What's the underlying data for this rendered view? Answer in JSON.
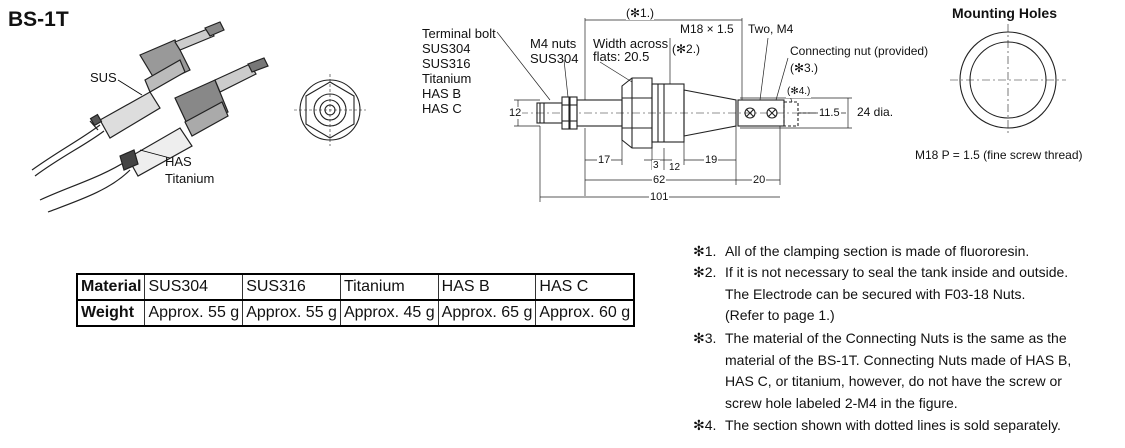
{
  "title": "BS-1T",
  "photo_labels": {
    "sus": "SUS",
    "has": "HAS",
    "titanium": "Titanium"
  },
  "materials_list": [
    "Terminal bolt",
    "SUS304",
    "SUS316",
    "Titanium",
    "HAS B",
    "HAS C"
  ],
  "callouts": {
    "m4_nuts": "M4 nuts",
    "m4_nuts_material": "SUS304",
    "width_across": "Width across",
    "flats": "flats: 20.5",
    "ref2": "(✻2.)",
    "ref1": "(✻1.)",
    "thread": "M18 × 1.5",
    "two_m4": "Two, M4",
    "connecting_nut": "Connecting nut (provided)",
    "ref3": "(✻3.)",
    "ref4": "(✻4.)"
  },
  "dimensions": {
    "d12": "12",
    "d11_5": "11.5",
    "dia": "24 dia.",
    "d17": "17",
    "d3": "3",
    "d12b": "12",
    "d19": "19",
    "d62": "62",
    "d20": "20",
    "d101": "101"
  },
  "mounting": {
    "title": "Mounting Holes",
    "thread_note": "M18 P = 1.5 (fine screw thread)"
  },
  "weight_table": {
    "row_headers": [
      "Material",
      "Weight"
    ],
    "materials": [
      "SUS304",
      "SUS316",
      "Titanium",
      "HAS B",
      "HAS C"
    ],
    "weights": [
      "Approx. 55 g",
      "Approx. 55 g",
      "Approx. 45 g",
      "Approx. 65 g",
      "Approx. 60 g"
    ]
  },
  "notes": [
    {
      "mark": "✻1.",
      "lines": [
        "All of the clamping section is made of fluororesin."
      ]
    },
    {
      "mark": "✻2.",
      "lines": [
        "If it is not necessary to seal the tank inside and outside.",
        "The Electrode can be secured with F03-18 Nuts.",
        "(Refer to page 1.)"
      ]
    },
    {
      "mark": "✻3.",
      "lines": [
        "The material of the Connecting Nuts is the same as the",
        "material of the BS-1T. Connecting Nuts made of HAS B,",
        "HAS C, or titanium, however, do not have the screw or",
        "screw hole labeled 2-M4 in the figure."
      ]
    },
    {
      "mark": "✻4.",
      "lines": [
        "The section shown with dotted lines is sold separately."
      ]
    }
  ]
}
